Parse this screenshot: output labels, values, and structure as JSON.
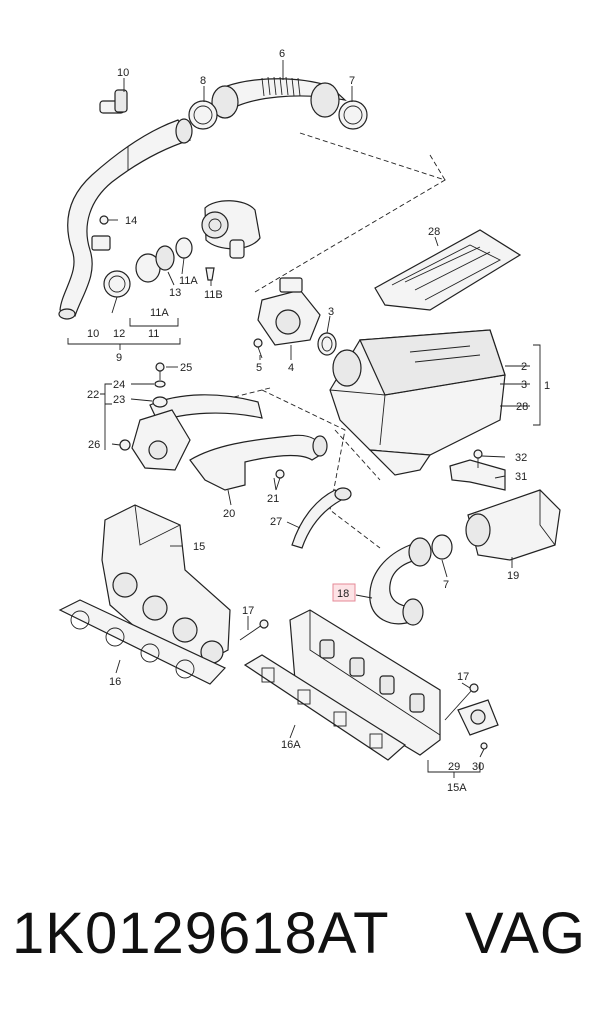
{
  "callouts": {
    "c6": "6",
    "c8": "8",
    "c7": "7",
    "c10a": "10",
    "c14": "14",
    "c11a": "11A",
    "c11b": "11B",
    "c13": "13",
    "c10b": "10",
    "c12": "12",
    "c11": "11",
    "c9": "9",
    "c28a": "28",
    "c3a": "3",
    "c4": "4",
    "c5": "5",
    "c2": "2",
    "c3b": "3",
    "c28b": "28",
    "c1": "1",
    "c25": "25",
    "c24": "24",
    "c22": "22",
    "c23": "23",
    "c26": "26",
    "c32": "32",
    "c31": "31",
    "c21": "21",
    "c20": "20",
    "c27": "27",
    "c15": "15",
    "c7b": "7",
    "c18": "18",
    "c19": "19",
    "c17a": "17",
    "c16": "16",
    "c17b": "17",
    "c16a": "16A",
    "c29": "29",
    "c30": "30",
    "c15a": "15A"
  },
  "highlighted_part": "18",
  "colors": {
    "highlight_fill": "#fde3e6",
    "highlight_stroke": "#e58a97",
    "line": "#222222"
  },
  "caption": {
    "part_number": "1K0129618AT",
    "brand": "VAG"
  }
}
